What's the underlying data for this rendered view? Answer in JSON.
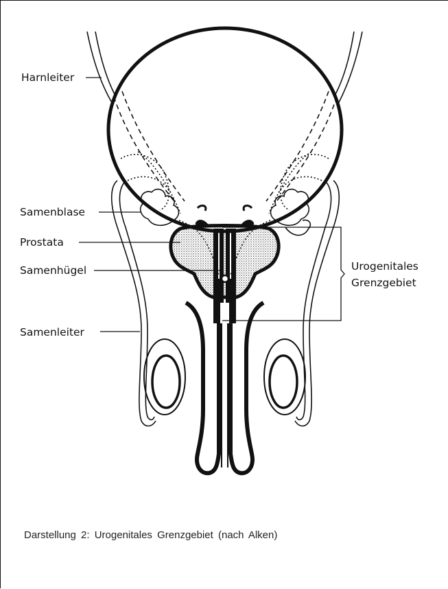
{
  "diagram": {
    "labels": {
      "harnleiter": "Harnleiter",
      "samenblase": "Samenblase",
      "prostata": "Prostata",
      "samenhuegel": "Samenhügel",
      "samenleiter": "Samenleiter",
      "urogenital_line1": "Urogenitales",
      "urogenital_line2": "Grenzgebiet"
    }
  },
  "caption": "Darstellung 2: Urogenitales Grenzgebiet (nach Alken)"
}
